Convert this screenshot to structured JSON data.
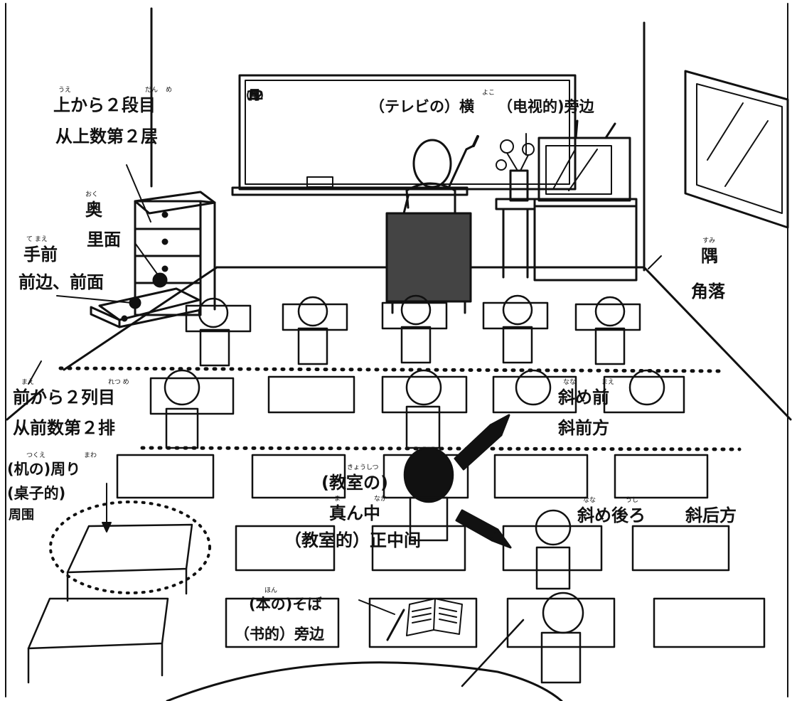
{
  "board_date": [
    "12",
    "月",
    "5",
    "日",
    "(土)"
  ],
  "labels": {
    "shelf_upper_ja": "上から２段目",
    "shelf_upper_ruby": [
      "うえ",
      "だん",
      "め"
    ],
    "shelf_upper_zh": "从上数第２层",
    "back_ja": "奥",
    "back_ruby": "おく",
    "back_zh": "里面",
    "front_ja": "手前",
    "front_ruby": "て まえ",
    "front_zh": "前边、前面",
    "tv_side_ja": "（テレビの）横",
    "tv_side_ruby": "よこ",
    "tv_side_zh": "（电视的)旁边",
    "corner_ja": "隅",
    "corner_ruby": "すみ",
    "corner_zh": "角落",
    "row2_ja": "前から２列目",
    "row2_ruby": [
      "まえ",
      "れつ め"
    ],
    "row2_zh": "从前数第２排",
    "diag_front_ja": "斜め前",
    "diag_front_ruby": [
      "なな",
      "まえ"
    ],
    "diag_front_zh": "斜前方",
    "desk_around_ja": "(机の)周り",
    "desk_around_ruby": [
      "つくえ",
      "まわ"
    ],
    "desk_around_zh": "(桌子的)",
    "desk_around_zh2": "周围",
    "center_ja1": "(教室の)",
    "center_ruby1": "きょうしつ",
    "center_ja2": "真ん中",
    "center_ruby2": [
      "ま",
      "なか"
    ],
    "center_zh": "（教室的）正中间",
    "diag_back_ja": "斜め後ろ",
    "diag_back_ruby": [
      "なな",
      "うし"
    ],
    "diag_back_zh": "斜后方",
    "book_side_ja": "(本の)そば",
    "book_side_ruby": "ほん",
    "book_side_zh": "（书的）旁边"
  }
}
